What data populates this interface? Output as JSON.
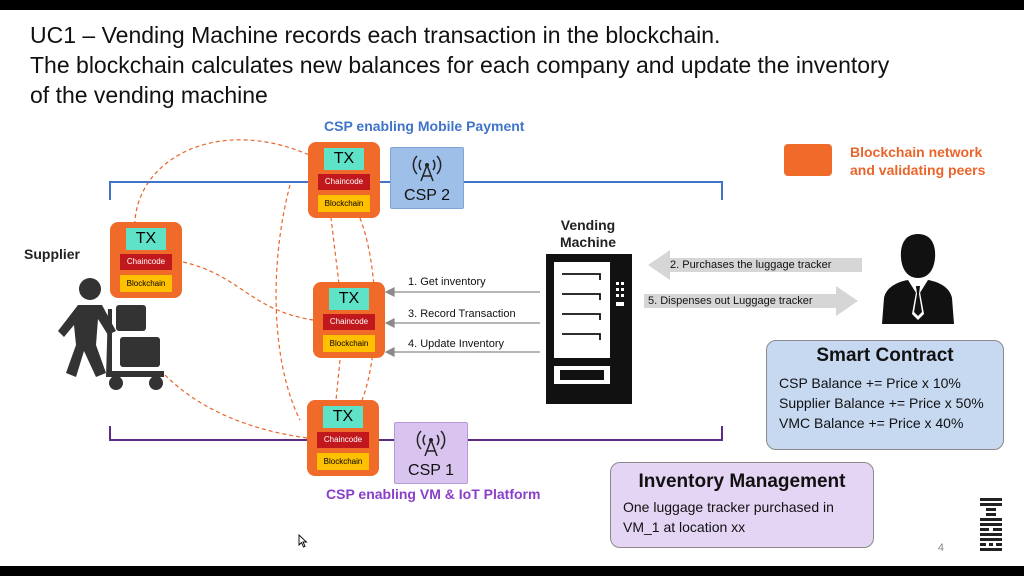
{
  "title": {
    "line1": "UC1 – Vending Machine records each transaction in the blockchain.",
    "line2": "The blockchain calculates new balances for each company and update the inventory",
    "line3": "of the vending machine"
  },
  "labels": {
    "csp_mobile": "CSP enabling Mobile Payment",
    "csp_vm_iot": "CSP enabling VM & IoT Platform",
    "supplier": "Supplier",
    "vending_machine_1": "Vending",
    "vending_machine_2": "Machine"
  },
  "legend": {
    "line1": "Blockchain network",
    "line2": "and validating peers",
    "color": "#f06a2a"
  },
  "peer": {
    "tx": "TX",
    "chaincode": "Chaincode",
    "blockchain": "Blockchain"
  },
  "csp": {
    "csp2": "CSP 2",
    "csp1": "CSP 1"
  },
  "steps": {
    "get_inventory": "1. Get inventory",
    "purchases": "2. Purchases the luggage tracker",
    "record": "3. Record Transaction",
    "update": "4. Update Inventory",
    "dispenses": "5. Dispenses out Luggage tracker"
  },
  "smart_contract": {
    "title": "Smart Contract",
    "lines": [
      "CSP Balance += Price x 10%",
      "Supplier Balance += Price x 50%",
      "VMC Balance += Price x 40%"
    ]
  },
  "inventory_management": {
    "title": "Inventory Management",
    "lines": [
      "One luggage tracker purchased in",
      "VM_1 at location xx"
    ]
  },
  "page_number": "4",
  "icons": [
    "antenna-icon",
    "person-icon",
    "supplier-worker-icon",
    "vending-machine-icon",
    "arrow-left-icon",
    "arrow-right-icon",
    "ibm-logo-icon",
    "mouse-cursor-icon"
  ],
  "colors": {
    "blue_line": "#3f74c9",
    "purple_line": "#5b2c83",
    "orange_dash": "#e9652b",
    "smart_contract_bg": "#c6d9f1",
    "inventory_bg": "#e5d5f5"
  }
}
